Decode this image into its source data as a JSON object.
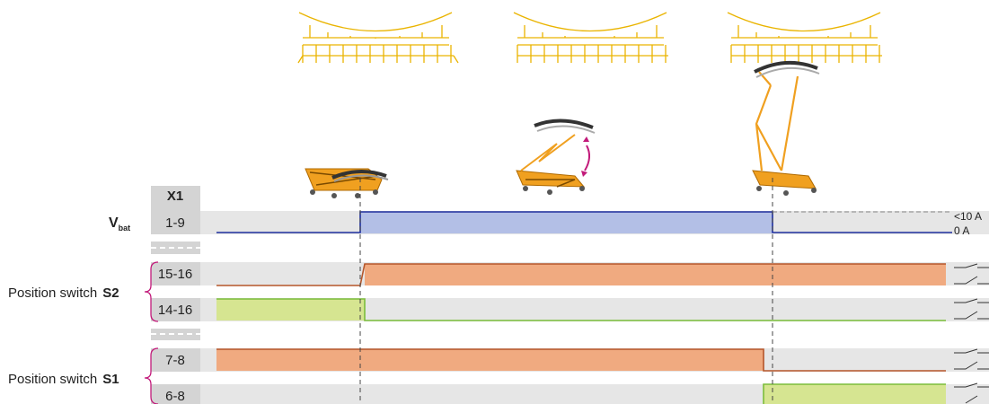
{
  "connector": {
    "header": "X1"
  },
  "vbat": {
    "main": "V",
    "sub": "bat"
  },
  "rows": [
    {
      "pins": "1-9",
      "value_high": "<10 A",
      "value_low": "0 A"
    },
    {
      "pins": "15-16"
    },
    {
      "pins": "14-16"
    },
    {
      "pins": "7-8"
    },
    {
      "pins": "6-8"
    }
  ],
  "groups": [
    {
      "label": "Position switch",
      "switch": "S2"
    },
    {
      "label": "Position switch",
      "switch": "S1"
    }
  ],
  "colors": {
    "band": "#e6e6e6",
    "pin_box": "#d4d4d4",
    "vbat_fill": "#b3bfe6",
    "vbat_line": "#1f2f9e",
    "orange_fill": "#f0aa80",
    "orange_line": "#b5562a",
    "green_fill": "#d6e591",
    "green_line": "#7cbd3b",
    "catenary": "#eab400",
    "arrow": "#c21a7a",
    "pantograph_frame": "#f0a020"
  },
  "icons": [
    "catenary-icon",
    "pantograph-lowered-icon",
    "pantograph-rising-icon",
    "pantograph-raised-icon",
    "up-down-arrow-icon",
    "contact-symbol-icon"
  ]
}
